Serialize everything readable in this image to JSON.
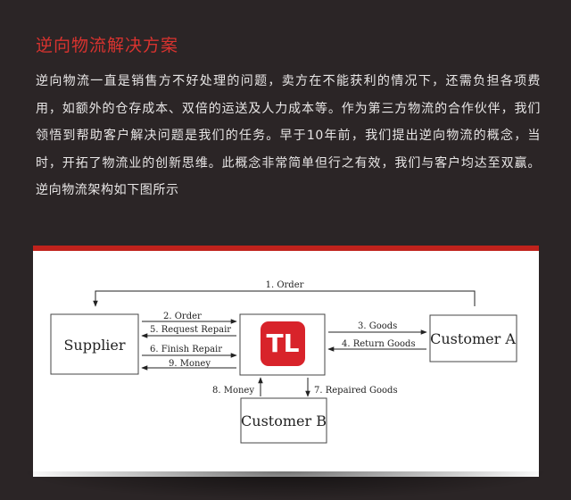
{
  "title": "逆向物流解决方案",
  "paragraph": "逆向物流一直是销售方不好处理的问题，卖方在不能获利的情况下，还需负担各项费用，如额外的仓存成本、双倍的运送及人力成本等。作为第三方物流的合作伙伴，我们领悟到帮助客户解决问题是我们的任务。早于10年前，我们提出逆向物流的概念，当时，开拓了物流业的创新思维。此概念非常简单但行之有效，我们与客户均达至双赢。逆向物流架构如下图所示",
  "diagram": {
    "nodes": {
      "supplier": "Supplier",
      "customer_a": "Customer A",
      "customer_b": "Customer B",
      "logo": "TL"
    },
    "edges": {
      "e1": "1. Order",
      "e2": "2. Order",
      "e3": "3. Goods",
      "e4": "4. Return Goods",
      "e5": "5. Request Repair",
      "e6": "6. Finish Repair",
      "e7": "7. Repaired Goods",
      "e8": "8. Money",
      "e9": "9. Money"
    },
    "colors": {
      "logo_bg": "#d8232a",
      "accent": "#c0221c"
    }
  }
}
